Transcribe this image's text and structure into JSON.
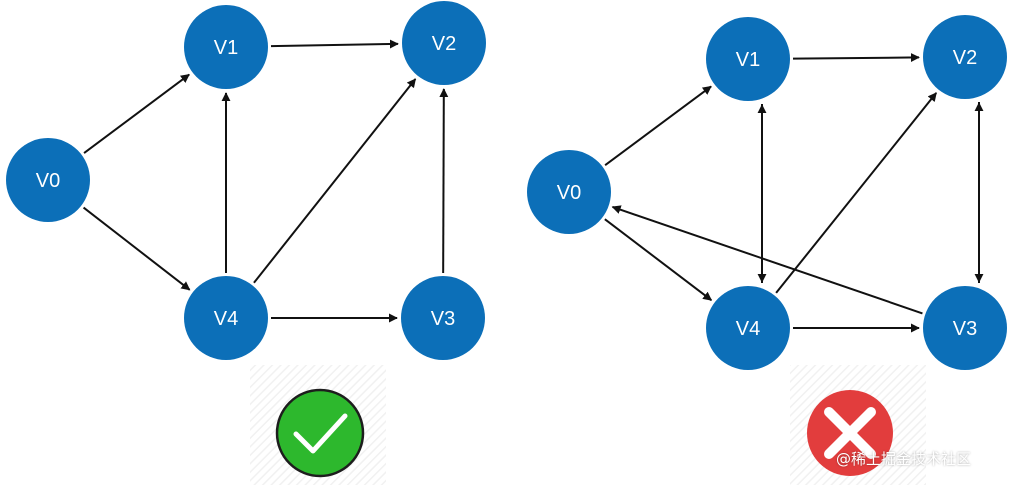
{
  "colors": {
    "node": "#0c6fb8",
    "edge": "#111111",
    "check_bg": "#2db82d",
    "cross_bg": "#e23d3d",
    "mark": "#ffffff"
  },
  "left_graph": {
    "nodes": [
      {
        "id": "V0",
        "label": "V0"
      },
      {
        "id": "V1",
        "label": "V1"
      },
      {
        "id": "V2",
        "label": "V2"
      },
      {
        "id": "V3",
        "label": "V3"
      },
      {
        "id": "V4",
        "label": "V4"
      }
    ],
    "edges": [
      [
        "V0",
        "V1"
      ],
      [
        "V0",
        "V4"
      ],
      [
        "V1",
        "V2"
      ],
      [
        "V4",
        "V1"
      ],
      [
        "V4",
        "V2"
      ],
      [
        "V4",
        "V3"
      ],
      [
        "V3",
        "V2"
      ]
    ],
    "verdict_icon": "checkmark-icon"
  },
  "right_graph": {
    "nodes": [
      {
        "id": "V0",
        "label": "V0"
      },
      {
        "id": "V1",
        "label": "V1"
      },
      {
        "id": "V2",
        "label": "V2"
      },
      {
        "id": "V3",
        "label": "V3"
      },
      {
        "id": "V4",
        "label": "V4"
      }
    ],
    "edges": [
      [
        "V0",
        "V1"
      ],
      [
        "V0",
        "V4"
      ],
      [
        "V1",
        "V2"
      ],
      [
        "V1",
        "V4"
      ],
      [
        "V4",
        "V1"
      ],
      [
        "V4",
        "V2"
      ],
      [
        "V4",
        "V3"
      ],
      [
        "V2",
        "V3"
      ],
      [
        "V3",
        "V2"
      ],
      [
        "V3",
        "V0"
      ]
    ],
    "verdict_icon": "cross-icon"
  },
  "watermark": "@稀土掘金技术社区"
}
